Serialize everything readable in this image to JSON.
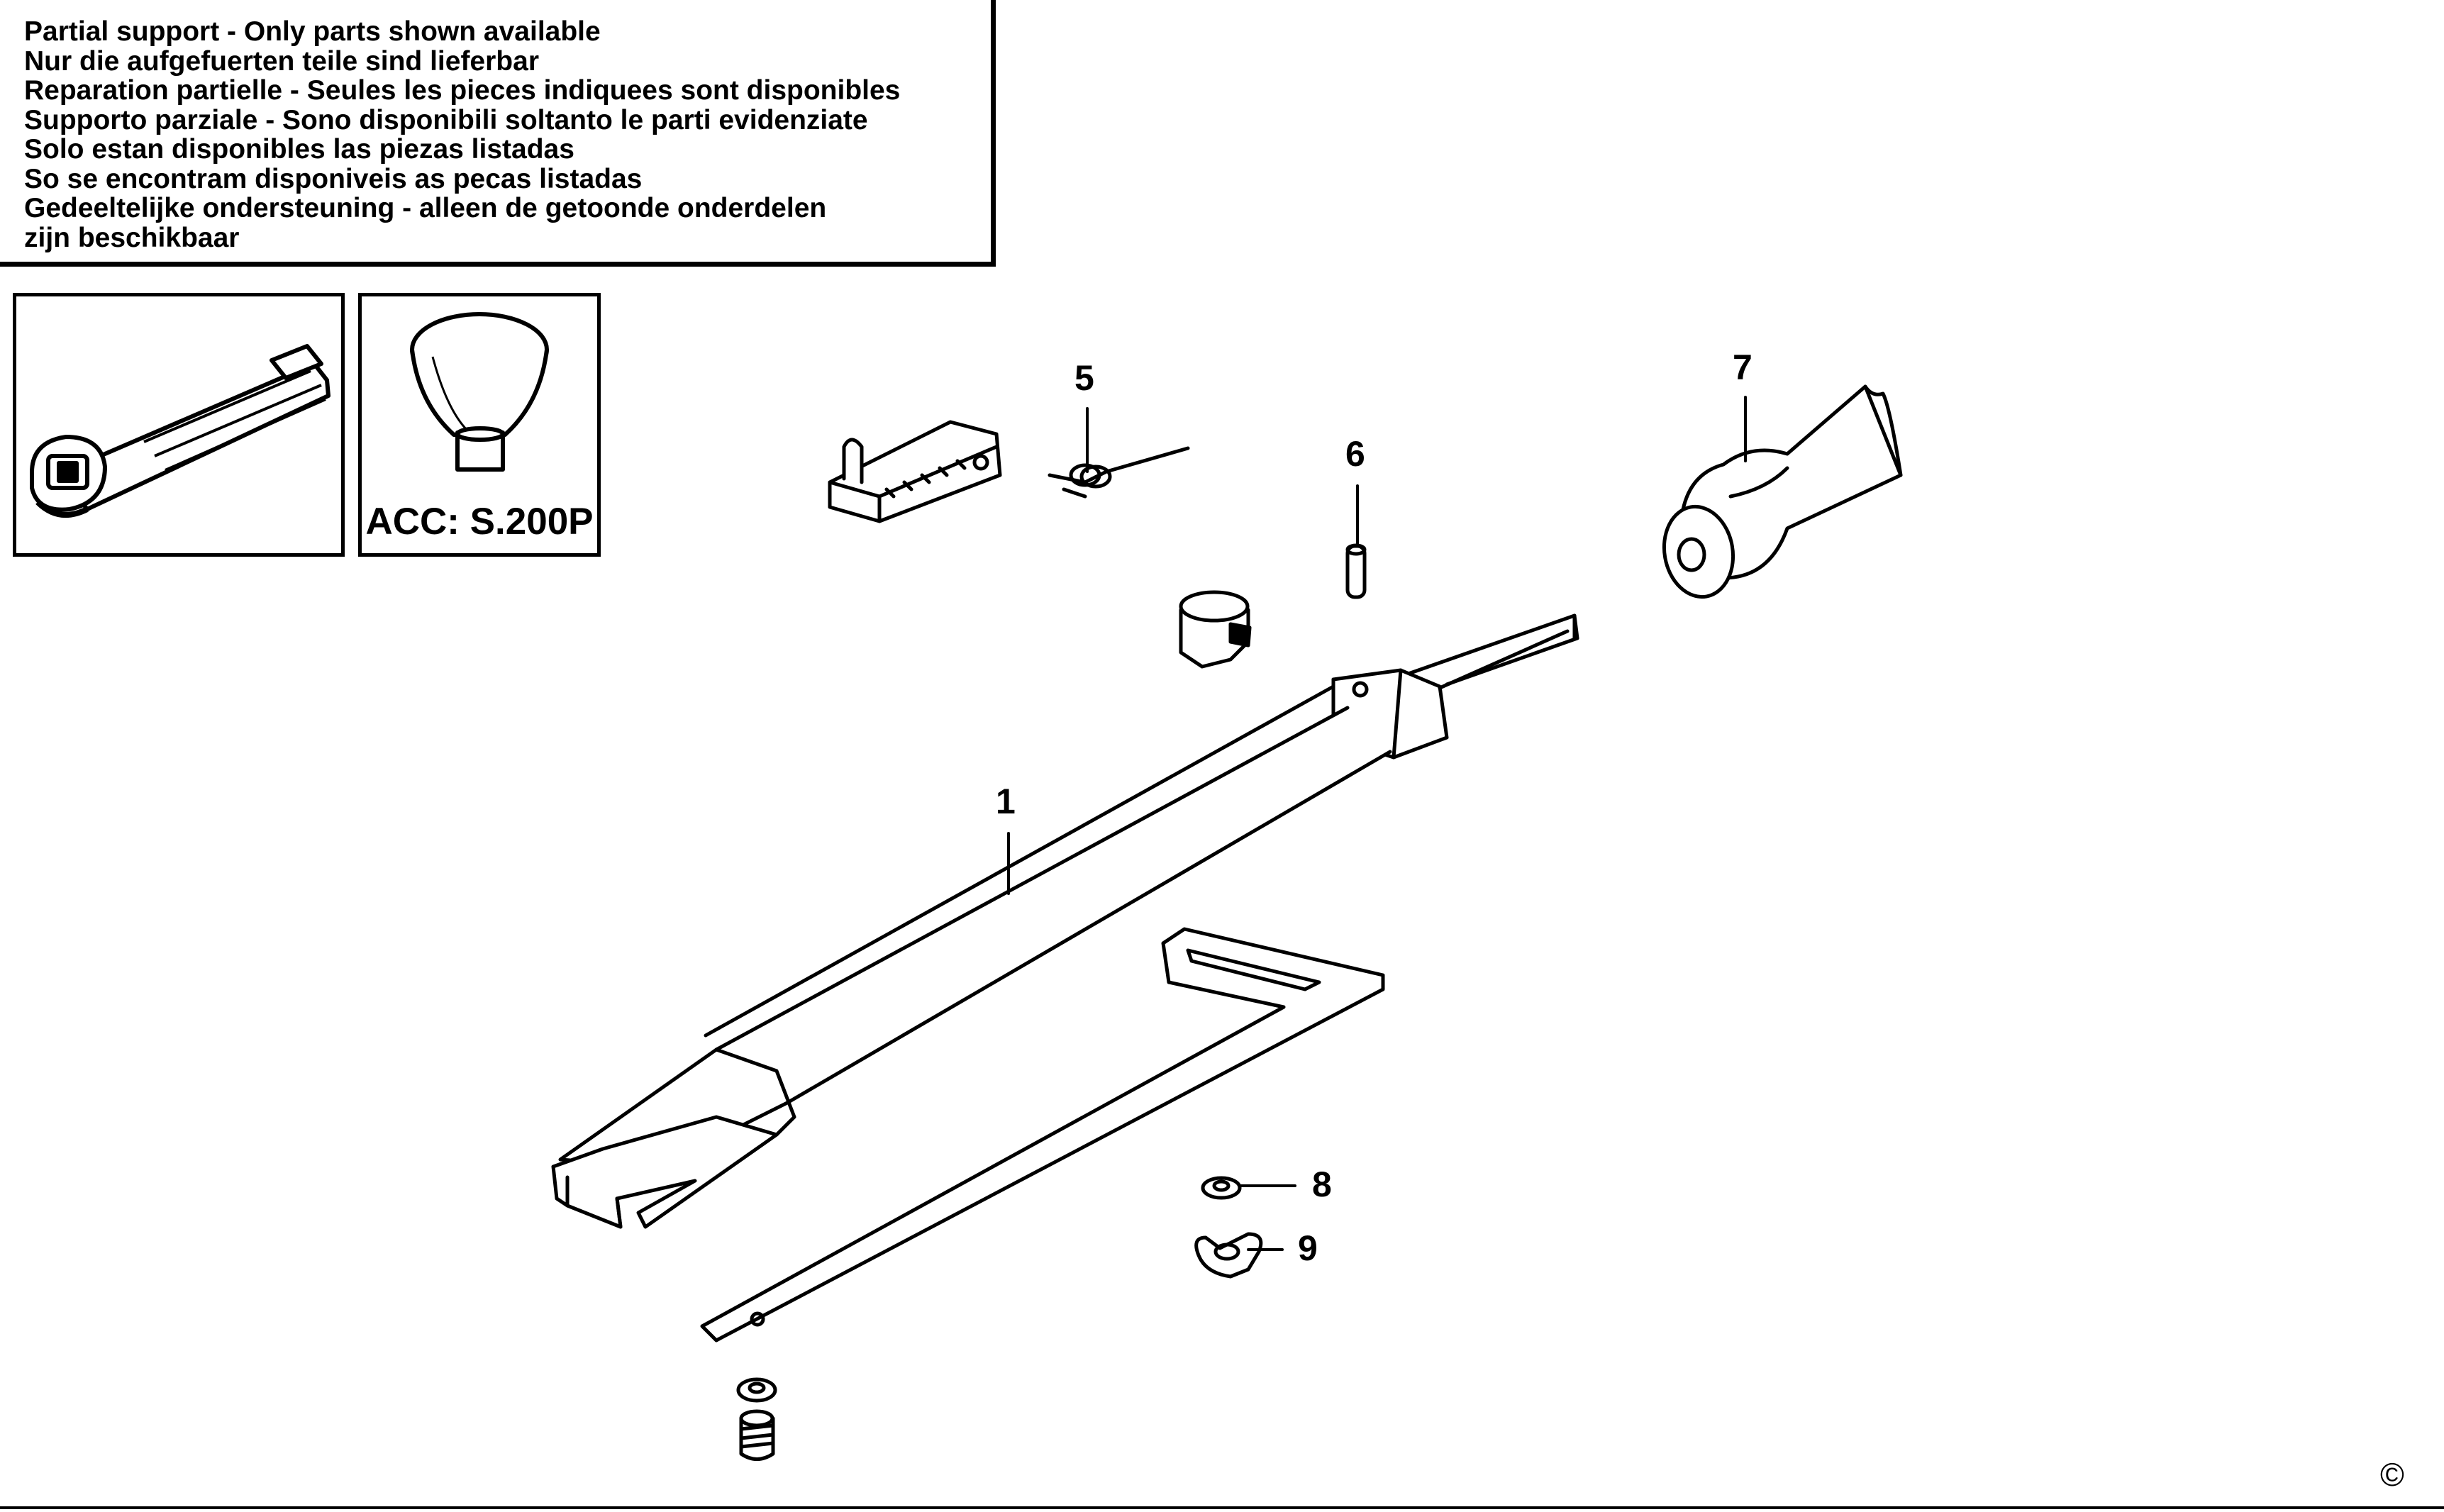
{
  "notice": {
    "lines": [
      "Partial support - Only parts shown available",
      "Nur die aufgefuerten teile sind lieferbar",
      "Reparation partielle - Seules les pieces indiquees sont disponibles",
      "Supporto parziale - Sono disponibili soltanto le parti evidenziate",
      "Solo estan disponibles las piezas listadas",
      "So se encontram disponiveis as pecas listadas",
      "Gedeeltelijke ondersteuning - alleen de getoonde onderdelen",
      "zijn beschikbaar"
    ]
  },
  "accessory": {
    "label": "ACC: S.200P"
  },
  "callouts": [
    {
      "id": "1",
      "label": "1"
    },
    {
      "id": "5",
      "label": "5"
    },
    {
      "id": "6",
      "label": "6"
    },
    {
      "id": "7",
      "label": "7"
    },
    {
      "id": "8",
      "label": "8"
    },
    {
      "id": "9",
      "label": "9"
    }
  ],
  "copyright": "©",
  "colors": {
    "ink": "#000000",
    "paper": "#ffffff"
  }
}
